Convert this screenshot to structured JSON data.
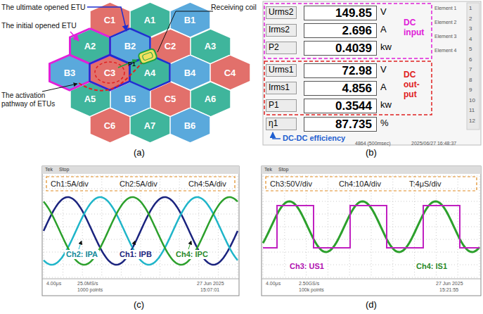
{
  "diagram": {
    "nodes": [
      {
        "text": [
          "C1"
        ]
      },
      {
        "text": [
          "A1"
        ]
      },
      {
        "text": [
          "B1"
        ]
      },
      {
        "text": [
          "A2"
        ]
      },
      {
        "text": [
          "B2"
        ]
      },
      {
        "text": [
          "C2"
        ]
      },
      {
        "text": [
          "A3"
        ]
      },
      {
        "text": [
          "B3"
        ]
      },
      {
        "text": [
          "C3"
        ]
      },
      {
        "text": [
          "A4"
        ]
      },
      {
        "text": [
          "B4"
        ]
      },
      {
        "text": [
          "C4"
        ]
      },
      {
        "text": [
          "A5"
        ]
      },
      {
        "text": [
          "B5"
        ]
      },
      {
        "text": [
          "C5"
        ]
      },
      {
        "text": [
          "A6"
        ]
      },
      {
        "text": [
          "C6"
        ]
      },
      {
        "text": [
          "A7"
        ]
      },
      {
        "text": [
          "B6"
        ]
      },
      {
        "text": [
          "149.85"
        ]
      },
      {
        "text": [
          "2.696"
        ]
      },
      {
        "text": [
          "0.4039"
        ]
      },
      {
        "text": [
          "72.98"
        ]
      },
      {
        "text": [
          "4.856"
        ]
      },
      {
        "text": [
          "0.3544"
        ]
      },
      {
        "text": [
          "87.735"
        ]
      }
    ],
    "labels": [
      "The ultimate opened ETU",
      "The initial opened ETU",
      "Receiving coil",
      "The activation pathway of ETUs",
      "P1",
      "(a)",
      "Urms2",
      "Irms2",
      "P2",
      "Urms1",
      "Irms1",
      "P1",
      "η1",
      "V",
      "A",
      "kw",
      "V",
      "A",
      "kw",
      "%",
      "DC input",
      "DC out- put",
      "DC-DC efficiency",
      "4864 (500msec)",
      "2025/06/27 16:48:37",
      "1",
      "2",
      "3",
      "4",
      "5",
      "6",
      "7",
      "8",
      "9",
      "10",
      "11",
      "12",
      "Element 1",
      "Element 2",
      "Element 3",
      "Element 4",
      "(b)",
      "Ch1:5A/div",
      "Ch2:5A/div",
      "Ch4:5A/div",
      "Ch2: IPA",
      "Ch1: IPB",
      "Ch4: IPC",
      "Tek",
      "Stop",
      "4.00μs",
      "25.0MS/s",
      "1000 points",
      "27 Jun 2025",
      "15:07:01",
      "(c)",
      "Ch3:50V/div",
      "Ch4:10A/div",
      "T:4μS/div",
      "Ch3: US1",
      "Ch4: IS1",
      "Tek",
      "Stop",
      "4.00μs",
      "2.50GS/s",
      "100k points",
      "27 Jun 2025",
      "15:21:55",
      "(d)"
    ]
  }
}
